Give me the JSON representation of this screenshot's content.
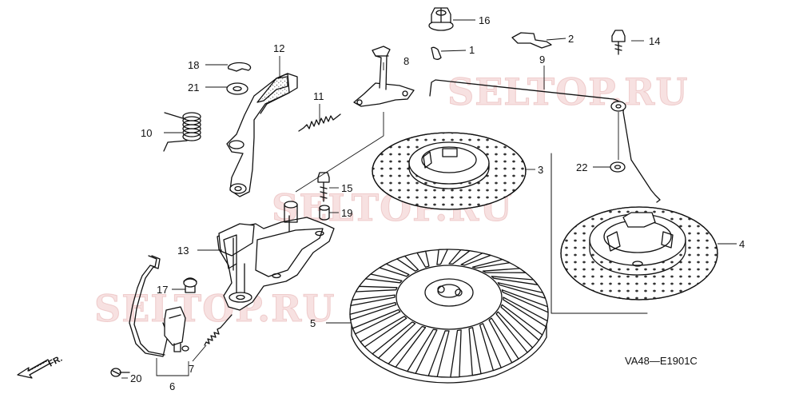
{
  "diagram": {
    "drawing_code": "VA48—E1901C",
    "direction_label": "FR.",
    "watermark": "SELTOP.RU",
    "callouts": [
      {
        "num": "1"
      },
      {
        "num": "2"
      },
      {
        "num": "3"
      },
      {
        "num": "4"
      },
      {
        "num": "5"
      },
      {
        "num": "6"
      },
      {
        "num": "7"
      },
      {
        "num": "8"
      },
      {
        "num": "9"
      },
      {
        "num": "10"
      },
      {
        "num": "11"
      },
      {
        "num": "12"
      },
      {
        "num": "13"
      },
      {
        "num": "14"
      },
      {
        "num": "15"
      },
      {
        "num": "16"
      },
      {
        "num": "17"
      },
      {
        "num": "18"
      },
      {
        "num": "19"
      },
      {
        "num": "20"
      },
      {
        "num": "21"
      },
      {
        "num": "22"
      }
    ]
  }
}
